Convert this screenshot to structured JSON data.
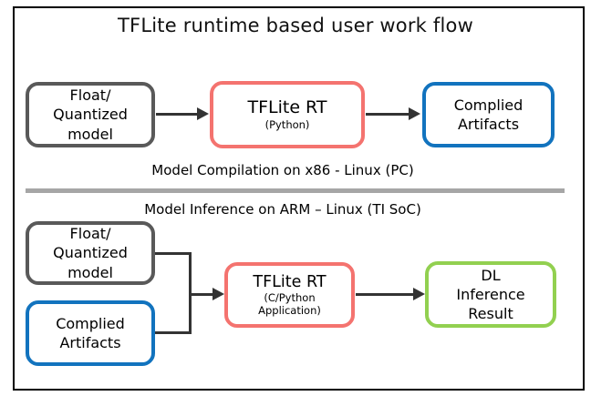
{
  "title": "TFLite runtime based user work flow",
  "colors": {
    "gray_border": "#595959",
    "red_border": "#F4736F",
    "blue_border": "#1273BE",
    "green_border": "#92D050",
    "connector": "#333333",
    "divider": "#A6A6A6"
  },
  "compilation": {
    "caption": "Model Compilation on x86 - Linux (PC)",
    "float_model": {
      "line1": "Float/",
      "line2": "Quantized",
      "line3": "model"
    },
    "tflite_rt": {
      "name": "TFLite RT",
      "subtitle": "(Python)"
    },
    "complied_artifacts": {
      "line1": "Complied",
      "line2": "Artifacts"
    }
  },
  "inference": {
    "caption": "Model Inference on ARM – Linux (TI SoC)",
    "float_model": {
      "line1": "Float/",
      "line2": "Quantized",
      "line3": "model"
    },
    "complied_artifacts": {
      "line1": "Complied",
      "line2": "Artifacts"
    },
    "tflite_rt": {
      "name": "TFLite RT",
      "subtitle_line1": "(C/Python",
      "subtitle_line2": "Application)"
    },
    "dl_inference_result": {
      "line1": "DL",
      "line2": "Inference",
      "line3": "Result"
    }
  }
}
